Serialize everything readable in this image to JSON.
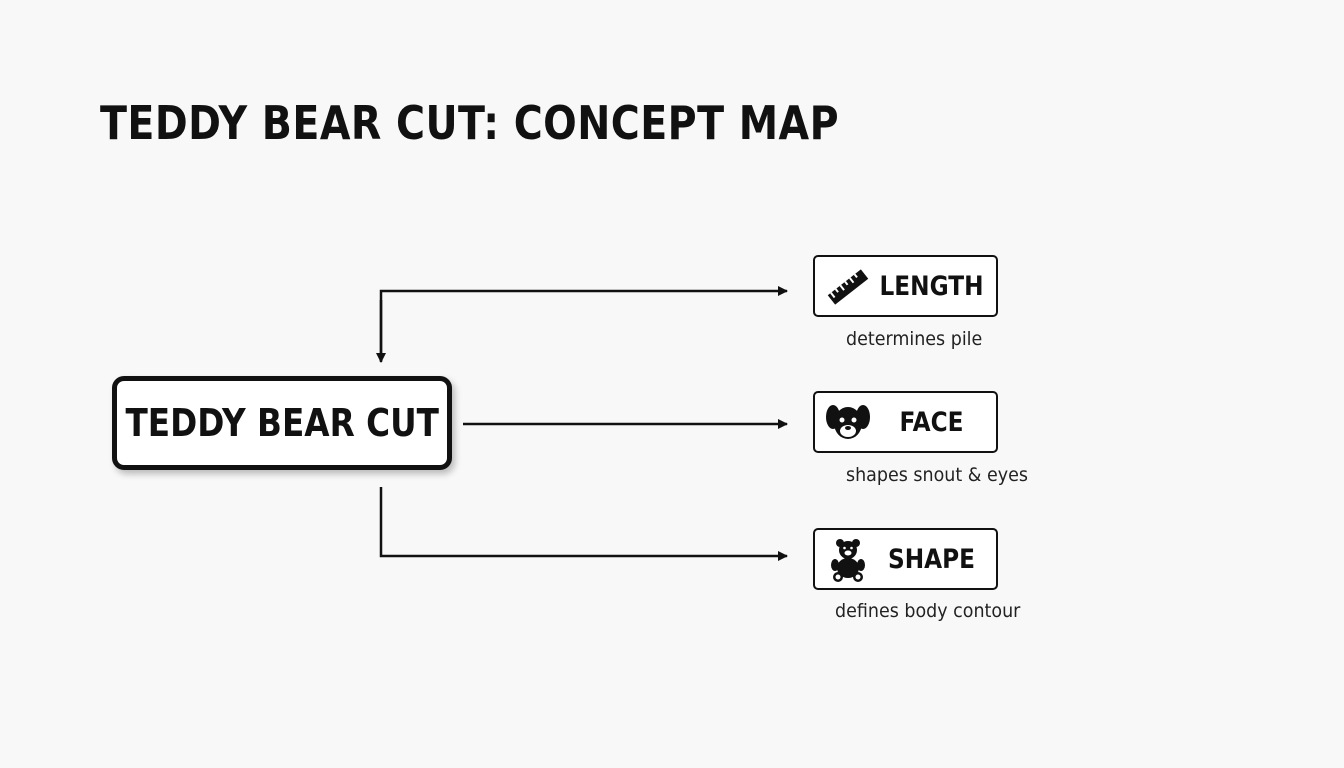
{
  "title": "TEDDY BEAR CUT: CONCEPT MAP",
  "center": {
    "label": "TEDDY BEAR CUT"
  },
  "nodes": [
    {
      "label": "LENGTH",
      "icon": "ruler-icon",
      "caption": "determines pile"
    },
    {
      "label": "FACE",
      "icon": "dog-face-icon",
      "caption": "shapes snout & eyes"
    },
    {
      "label": "SHAPE",
      "icon": "teddy-bear-icon",
      "caption": "defines body contour"
    }
  ],
  "colors": {
    "background": "#f8f8f8",
    "ink": "#111111"
  }
}
